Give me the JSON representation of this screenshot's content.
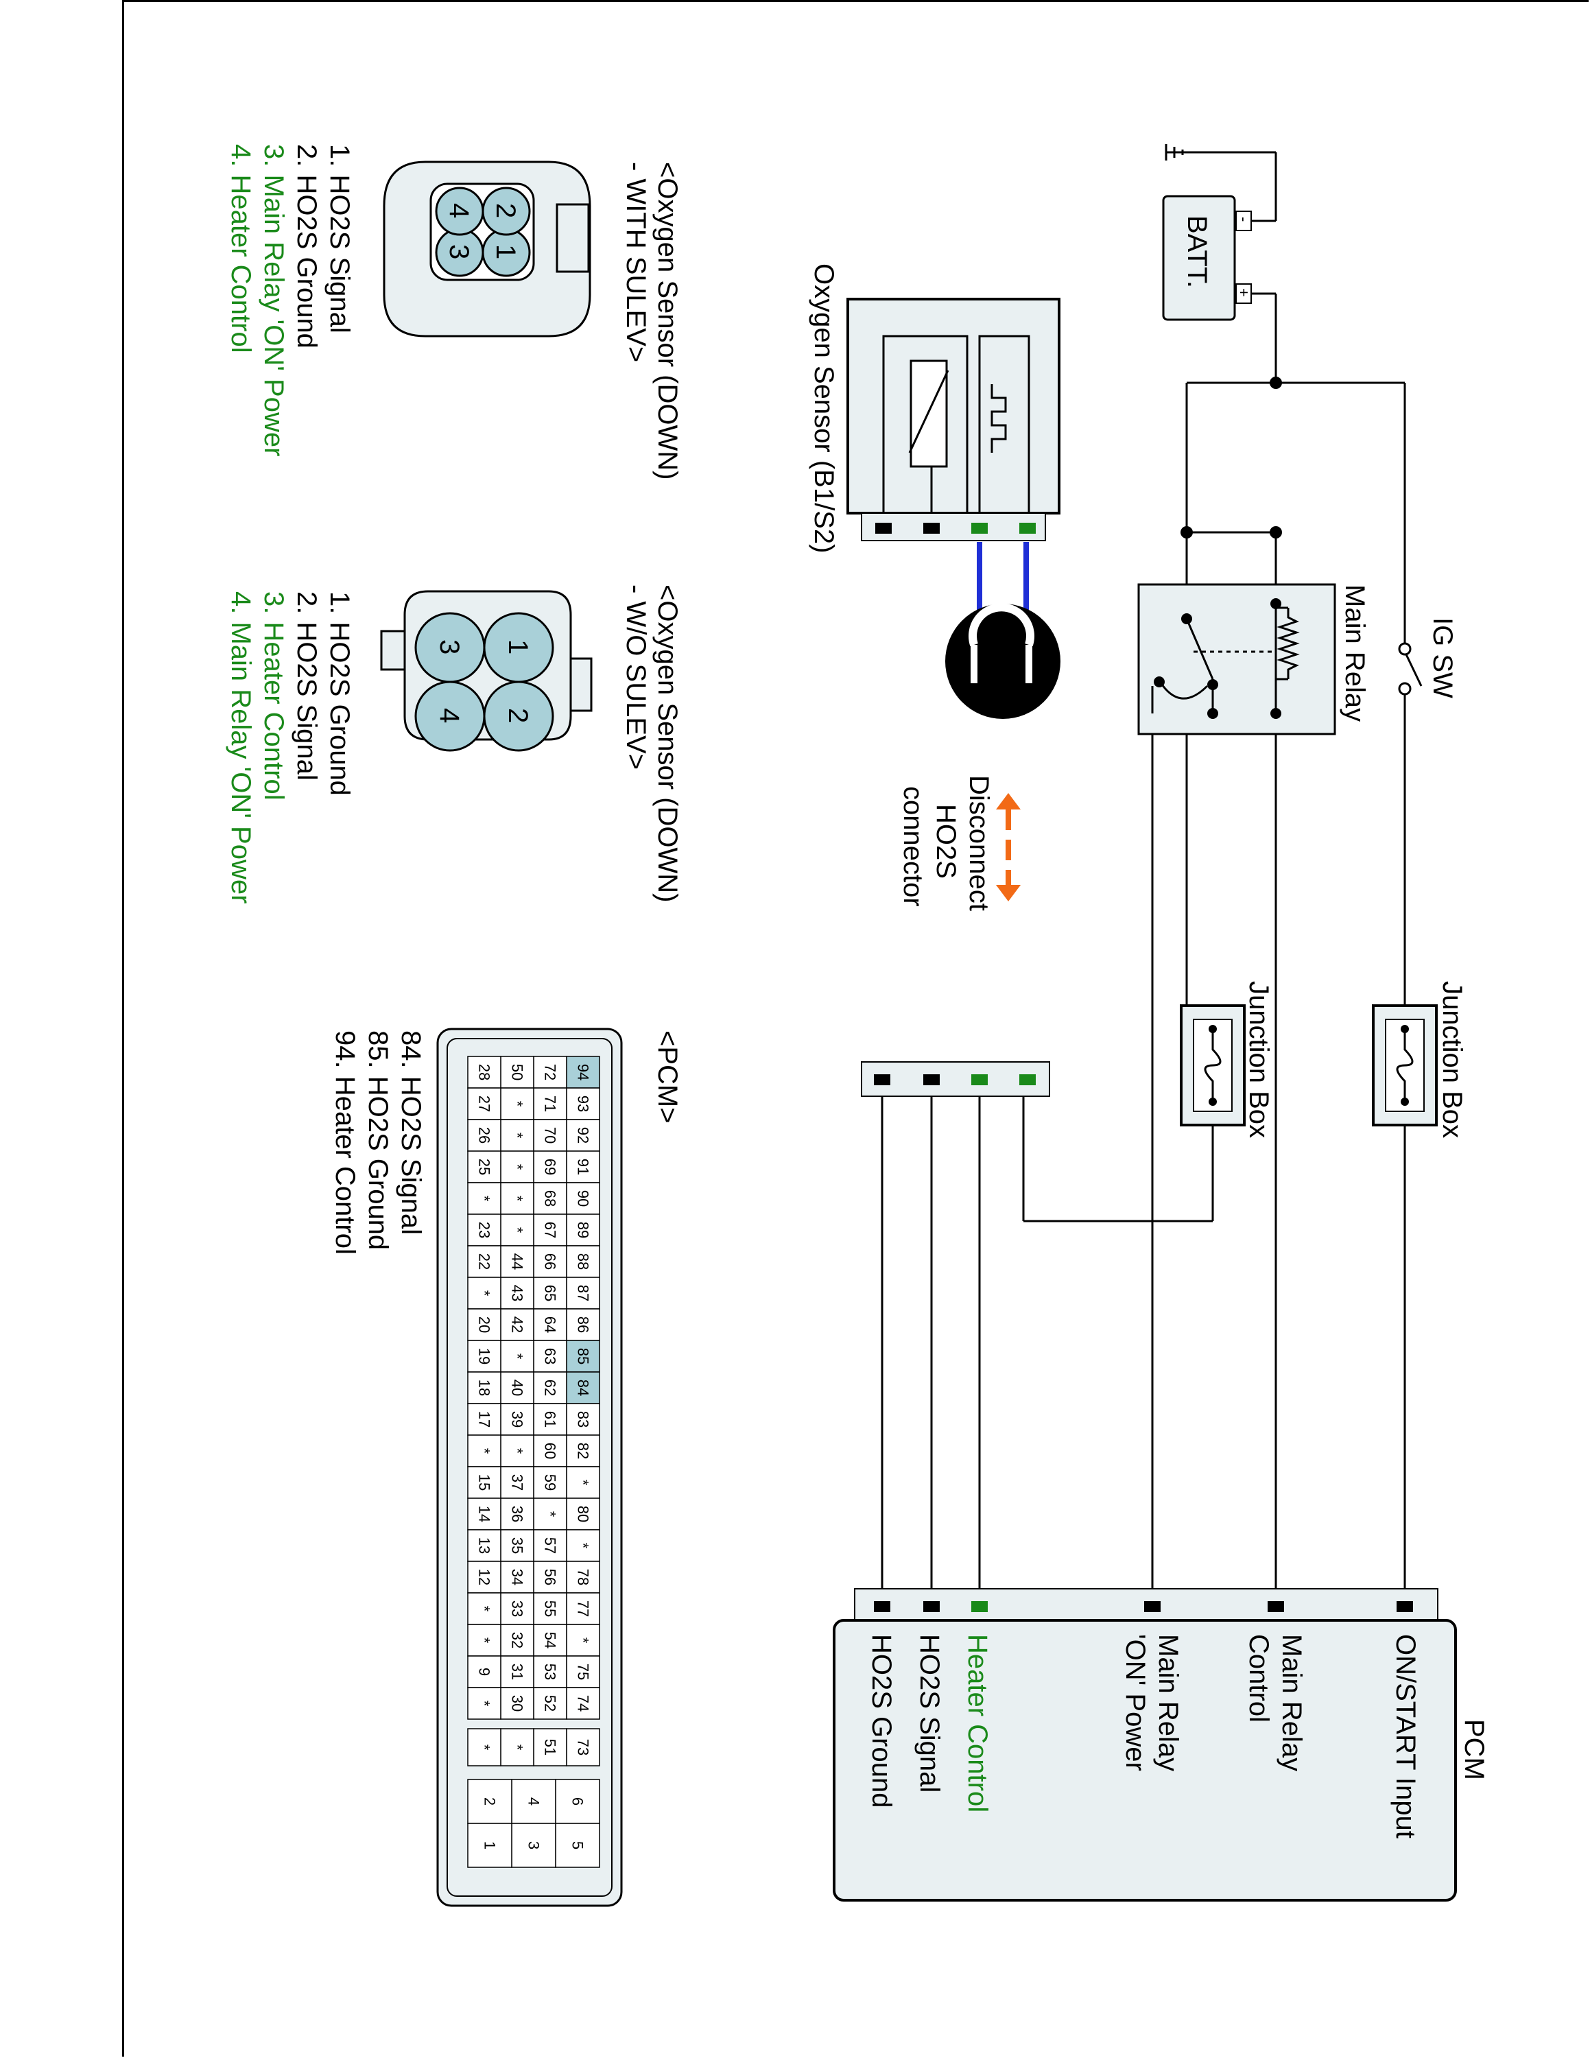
{
  "colors": {
    "wire": "#000000",
    "green_label": "#1a8a1a",
    "pin_green": "#1a8a1a",
    "pin_black": "#000000",
    "blue_wire": "#1f2fd6",
    "arrow": "#f26a16",
    "box_fill": "#e9f0f2",
    "connector_pin": "#a9d0d8",
    "pcm_highlight": "#a9d0d8"
  },
  "labels": {
    "batt": "BATT.",
    "batt_minus": "-",
    "batt_plus": "+",
    "ig_sw": "IG SW",
    "main_relay": "Main Relay",
    "junction_box_1": "Junction Box",
    "junction_box_2": "Junction Box",
    "oxygen_sensor": "Oxygen Sensor (B1/S2)",
    "disconnect": [
      "Disconnect",
      "HO2S",
      "connector"
    ],
    "pcm_title": "PCM",
    "pcm_pins": [
      {
        "text": "ON/START Input",
        "green": false
      },
      {
        "text": "Main Relay",
        "green": false
      },
      {
        "text": "Control",
        "green": false
      },
      {
        "text": "Main Relay",
        "green": false
      },
      {
        "text": "'ON' Power",
        "green": false
      },
      {
        "text": "Heater Control",
        "green": true
      },
      {
        "text": "HO2S  Signal",
        "green": false
      },
      {
        "text": "HO2S  Ground",
        "green": false
      }
    ]
  },
  "connector_with_sulev": {
    "title": [
      "<Oxygen Sensor (DOWN)",
      " - WITH SULEV>"
    ],
    "pins": [
      "1",
      "2",
      "3",
      "4"
    ],
    "legend": [
      {
        "text": "1. HO2S  Signal",
        "green": false
      },
      {
        "text": "2. HO2S  Ground",
        "green": false
      },
      {
        "text": "3. Main Relay  'ON' Power",
        "green": true
      },
      {
        "text": "4. Heater Control",
        "green": true
      }
    ]
  },
  "connector_wo_sulev": {
    "title": [
      "<Oxygen Sensor (DOWN)",
      " - W/O SULEV>"
    ],
    "pins": [
      "1",
      "2",
      "3",
      "4"
    ],
    "legend": [
      {
        "text": "1. HO2S  Ground",
        "green": false
      },
      {
        "text": "2. HO2S  Signal",
        "green": false
      },
      {
        "text": "3. Heater Control",
        "green": true
      },
      {
        "text": "4. Main Relay  'ON' Power",
        "green": true
      }
    ]
  },
  "pcm_connector": {
    "title": "<PCM>",
    "rows": [
      [
        "94",
        "93",
        "92",
        "91",
        "90",
        "89",
        "88",
        "87",
        "86",
        "85",
        "84",
        "83",
        "82",
        "*",
        "80",
        "*",
        "78",
        "77",
        "*",
        "75",
        "74"
      ],
      [
        "72",
        "71",
        "70",
        "69",
        "68",
        "67",
        "66",
        "65",
        "64",
        "63",
        "62",
        "61",
        "60",
        "59",
        "*",
        "57",
        "56",
        "55",
        "54",
        "53",
        "52"
      ],
      [
        "50",
        "*",
        "*",
        "*",
        "*",
        "*",
        "44",
        "43",
        "42",
        "*",
        "40",
        "39",
        "*",
        "37",
        "36",
        "35",
        "34",
        "33",
        "32",
        "31",
        "30"
      ],
      [
        "28",
        "27",
        "26",
        "25",
        "*",
        "23",
        "22",
        "*",
        "20",
        "19",
        "18",
        "17",
        "*",
        "15",
        "14",
        "13",
        "12",
        "*",
        "*",
        "9",
        "*"
      ]
    ],
    "extra_col": [
      "73",
      "51",
      "*",
      "*"
    ],
    "small_block": [
      [
        "6",
        "5"
      ],
      [
        "4",
        "3"
      ],
      [
        "2",
        "1"
      ]
    ],
    "highlight": [
      "94",
      "85",
      "84"
    ],
    "legend": [
      "84. HO2S  Signal",
      "85. HO2S  Ground",
      "94. Heater Control"
    ]
  }
}
